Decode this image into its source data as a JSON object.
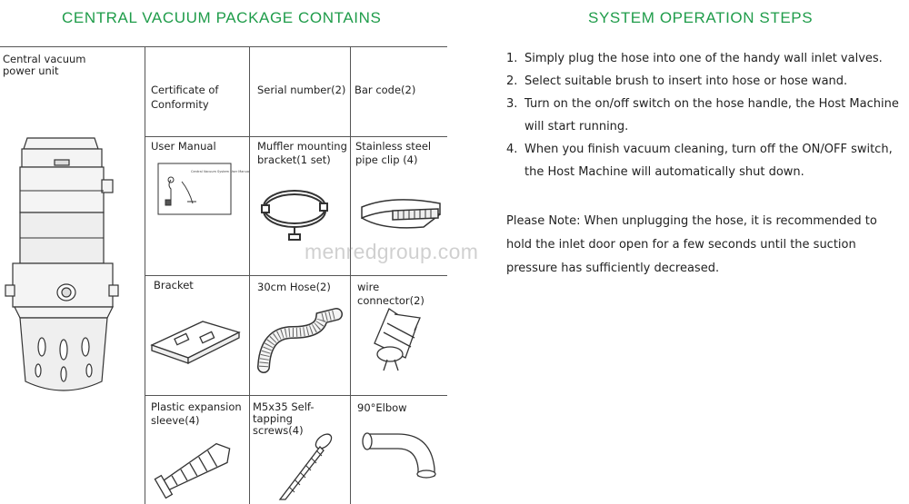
{
  "left_title": "CENTRAL VACUUM PACKAGE CONTAINS",
  "right_title": "SYSTEM OPERATION STEPS",
  "power_unit_label": "Central vacuum power unit",
  "items": [
    {
      "label": "Certificate of Conformity",
      "icon": "certificate-doc"
    },
    {
      "label": "Serial number(2)",
      "icon": "none"
    },
    {
      "label": "Bar code(2)",
      "icon": "none"
    },
    {
      "label": "User Manual",
      "icon": "manual-booklet"
    },
    {
      "label": "Muffler mounting bracket(1 set)",
      "icon": "clamp-ring"
    },
    {
      "label": "Stainless steel pipe clip (4)",
      "icon": "hose-clamp"
    },
    {
      "label": "Bracket",
      "icon": "mounting-bracket"
    },
    {
      "label": "30cm Hose(2)",
      "icon": "flex-hose"
    },
    {
      "label": "wire connector(2)",
      "icon": "wire-nut"
    },
    {
      "label": "Plastic expansion sleeve(4)",
      "icon": "wall-plug"
    },
    {
      "label": "M5x35 Self-tapping screws(4)",
      "icon": "screw"
    },
    {
      "label": "90°Elbow",
      "icon": "elbow-pipe"
    }
  ],
  "manual_cover_text": "Central Vacuum System User Manual",
  "steps": [
    {
      "num": "1.",
      "text": "Simply plug the hose into one of the handy wall inlet valves."
    },
    {
      "num": "2.",
      "text": "Select suitable brush to insert into hose or hose wand."
    },
    {
      "num": "3.",
      "text": "Turn on the on/off switch on the hose handle, the Host Machine will start running."
    },
    {
      "num": "4.",
      "text": "When you finish vacuum cleaning, turn off the ON/OFF switch, the Host Machine will automatically shut down."
    }
  ],
  "note": "Please Note: When unplugging the hose, it is recommended to hold the inlet door open for a few seconds until the suction pressure has sufficiently decreased.",
  "watermark": "menredgroup.com",
  "colors": {
    "heading": "#1f9c4a",
    "line": "#555555",
    "text": "#222222"
  }
}
